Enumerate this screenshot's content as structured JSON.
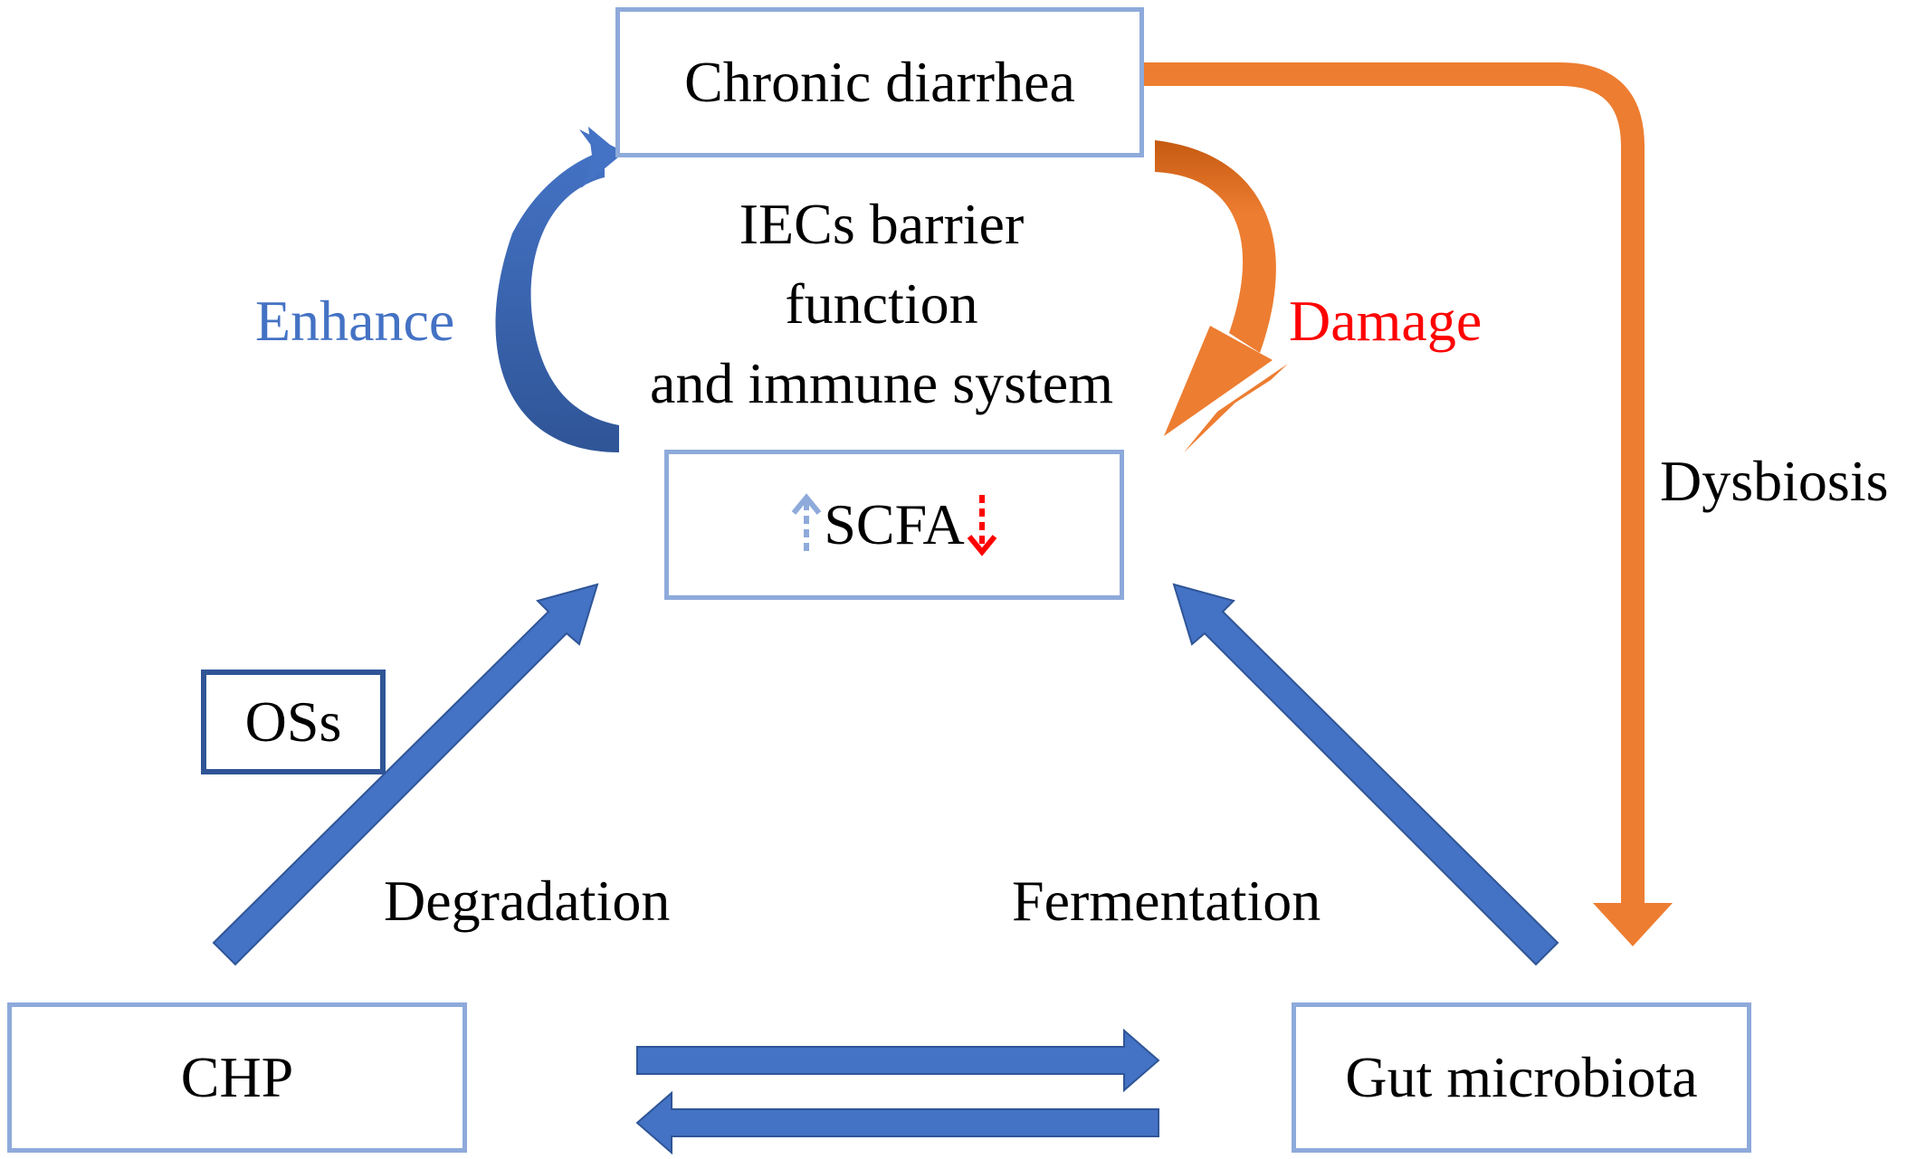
{
  "nodes": {
    "chronic_diarrhea": "Chronic diarrhea",
    "scfa": "SCFA",
    "chp": "CHP",
    "gut_microbiota": "Gut microbiota",
    "oss": "OSs"
  },
  "center": {
    "line1": "IECs barrier",
    "line2": "function",
    "line3": "and immune system"
  },
  "edge_labels": {
    "enhance": "Enhance",
    "damage": "Damage",
    "dysbiosis": "Dysbiosis",
    "degradation": "Degradation",
    "fermentation": "Fermentation"
  },
  "colors": {
    "blue_arrow": "#4472c4",
    "dark_blue": "#2f5597",
    "orange_arrow": "#ed7d31",
    "box_border": "#8eaadb",
    "enhance_text": "#4472c4",
    "damage_text": "#ff0000",
    "up_arrow": "#8eaadb",
    "down_arrow": "#ff0000"
  },
  "icons": {
    "scfa_up": "dashed-up-arrow-icon",
    "scfa_down": "dashed-down-arrow-icon"
  }
}
